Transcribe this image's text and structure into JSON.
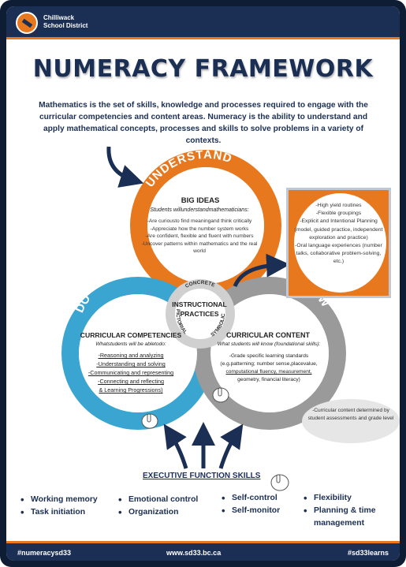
{
  "header": {
    "district_line1": "Chilliwack",
    "district_line2": "School District"
  },
  "title": "NUMERACY FRAMEWORK",
  "intro": "Mathematics is the set of skills, knowledge and processes required to engage with the curricular competencies and content areas. Numeracy is the ability to understand and apply mathematical concepts, processes and skills to solve problems in a variety of contexts.",
  "circles": {
    "understand": {
      "label": "UNDERSTAND",
      "heading": "BIG IDEAS",
      "subheading": "Students willunderstandmathematicians:",
      "items": [
        "-Are curiousto find meaningand think critically",
        "-Appreciate how the number system works",
        "-Are confident, flexible and fluent with numbers",
        "-Uncover patterns within mathematics and the real world"
      ]
    },
    "do": {
      "label": "DO",
      "heading": "CURRICULAR COMPETENCIES",
      "subheading": "Whatstudents will be abletodo:",
      "items": [
        "-Reasoning and analyzing",
        "-Understanding and solving",
        "-Communicating and representing",
        "-Connecting and reflecting",
        "& Learning Progressions)"
      ]
    },
    "know": {
      "label": "KNOW",
      "heading": "CURRICULAR CONTENT",
      "subheading": "What students will know (foundational skills):",
      "items": [
        "-Grade specific learning standards",
        "(e.g.patterning; number sense,placevalue,",
        "computational fluency, measurement,",
        "geometry, financial literacy)"
      ]
    },
    "center": {
      "heading": "INSTRUCTIONAL PRACTICES",
      "arc_labels": [
        "CONCRETE",
        "PICTORIAL",
        "SYMBOLIC"
      ]
    }
  },
  "practices_box": {
    "items": [
      "-High yield routines",
      "-Flexible groupings",
      "-Explicit and Intentional Planning (model, guided practice, independent exploration and practice)",
      "-Oral language experiences (number talks, collaborative problem-solving, etc.)"
    ]
  },
  "know_note": "-Curricular content determined by student assessments and grade level",
  "executive_function": {
    "heading": "EXECUTIVE FUNCTION SKILLS",
    "columns": [
      [
        "Working memory",
        "Task initiation"
      ],
      [
        "Emotional control",
        "Organization"
      ],
      [
        "Self-control",
        "Self-monitor"
      ],
      [
        "Flexibility",
        "Planning & time management"
      ]
    ]
  },
  "footer": {
    "left": "#numeracysd33",
    "center": "www.sd33.bc.ca",
    "right": "#sd33learns"
  },
  "colors": {
    "navy": "#1b2f54",
    "orange": "#e8781e",
    "blue": "#3aa5d0",
    "gray": "#9a9a9a"
  },
  "icons": [
    "logo-icon",
    "arrow-icon",
    "hand-pointer-icon"
  ]
}
